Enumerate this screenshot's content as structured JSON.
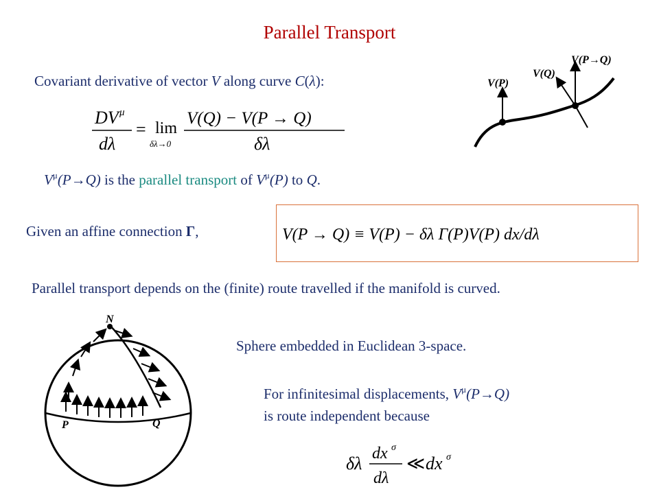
{
  "title": "Parallel Transport",
  "intro": {
    "prefix": "Covariant derivative of vector ",
    "vector": "V",
    "middle": " along curve ",
    "curve": "C",
    "paren_open": "(",
    "param": "λ",
    "suffix": "):"
  },
  "definition_eq": {
    "lhs_num": "DV",
    "lhs_den": "dλ",
    "lim_word": "lim",
    "lim_sub": "δλ→0",
    "rhs_num": "V(Q) − V(P → Q)",
    "rhs_den": "δλ",
    "mu": "μ"
  },
  "transport_sentence": {
    "v1": "V",
    "mu": "μ",
    "p1": "(P→Q)",
    "t1": " is the ",
    "highlight": "parallel transport",
    "t2": " of ",
    "v2": "V",
    "p2": "(P)",
    "t3": " to ",
    "q": "Q",
    "end": "."
  },
  "affine": {
    "prefix": "Given an affine connection ",
    "gamma": "Γ",
    "suffix": ",",
    "eq_text": "V(P → Q) ≡ V(P) − δλ Γ(P)V(P) dx/dλ"
  },
  "route_sentence": "Parallel transport depends on the (finite) route travelled if the manifold is curved.",
  "sphere_caption": "Sphere embedded in Euclidean 3-space.",
  "infinitesimal": {
    "line1_prefix": "For infinitesimal displacements, ",
    "v": "V",
    "mu": "μ",
    "line1_suffix": "(P→Q)",
    "line2": "is route independent because"
  },
  "final_eq": {
    "delta_lambda": "δλ",
    "num": "dx",
    "den": "dλ",
    "relation": "≪",
    "rhs": "dx",
    "sigma": "σ"
  },
  "curve_figure": {
    "label_p": "V(P)",
    "label_q": "V(Q)",
    "label_pq": "V(P→Q)"
  },
  "sphere_figure": {
    "label_n": "N",
    "label_p": "P",
    "label_q": "Q"
  },
  "colors": {
    "title": "#b00000",
    "highlight": "#1a8a80",
    "box_border": "#d9713a"
  }
}
